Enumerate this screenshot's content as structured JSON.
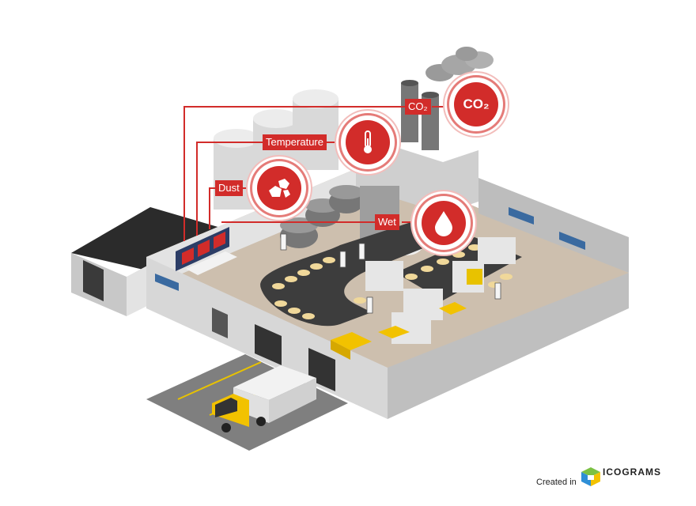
{
  "labels": {
    "co2": "CO₂",
    "temperature": "Temperature",
    "dust": "Dust",
    "wet": "Wet"
  },
  "badges": {
    "co2": "CO₂"
  },
  "icons": {
    "co2_badge": "co2-icon",
    "temperature_badge": "thermometer-icon",
    "dust_badge": "dust-particles-icon",
    "wet_badge": "water-drop-icon"
  },
  "colors": {
    "accent_red": "#d22c2a",
    "ring_red": "#e57b78",
    "truck_yellow": "#f2c200",
    "floor": "#cdbfae",
    "wall": "#d9d9d9"
  },
  "footer": {
    "created_in": "Created in",
    "brand": "ICOGRAMS"
  }
}
